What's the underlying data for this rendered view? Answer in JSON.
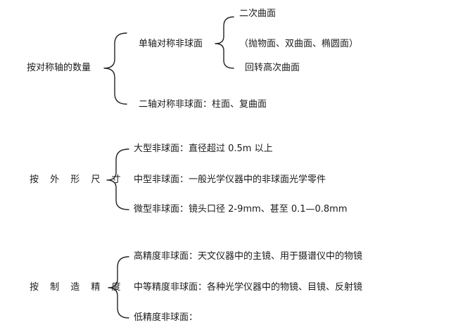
{
  "section1": {
    "category": "按对称轴的数量",
    "single_axis": "单轴对称非球面",
    "sub_items": [
      "二次曲面",
      "（抛物面、双曲面、椭圆面）",
      "回转高次曲面"
    ],
    "dual_axis": "二轴对称非球面：柱面、复曲面"
  },
  "section2": {
    "category": "按 外 形 尺 寸",
    "items": [
      "大型非球面：直径超过 0.5m 以上",
      "中型非球面：一般光学仪器中的非球面光学零件",
      "微型非球面：镜头口径 2-9mm、甚至 0.1—0.8mm"
    ]
  },
  "section3": {
    "category": "按 制 造 精 度",
    "items": [
      "高精度非球面：天文仪器中的主镜、用于摄谱仪中的物镜",
      "中等精度非球面：各种光学仪器中的物镜、目镜、反射镜",
      "低精度非球面："
    ]
  }
}
